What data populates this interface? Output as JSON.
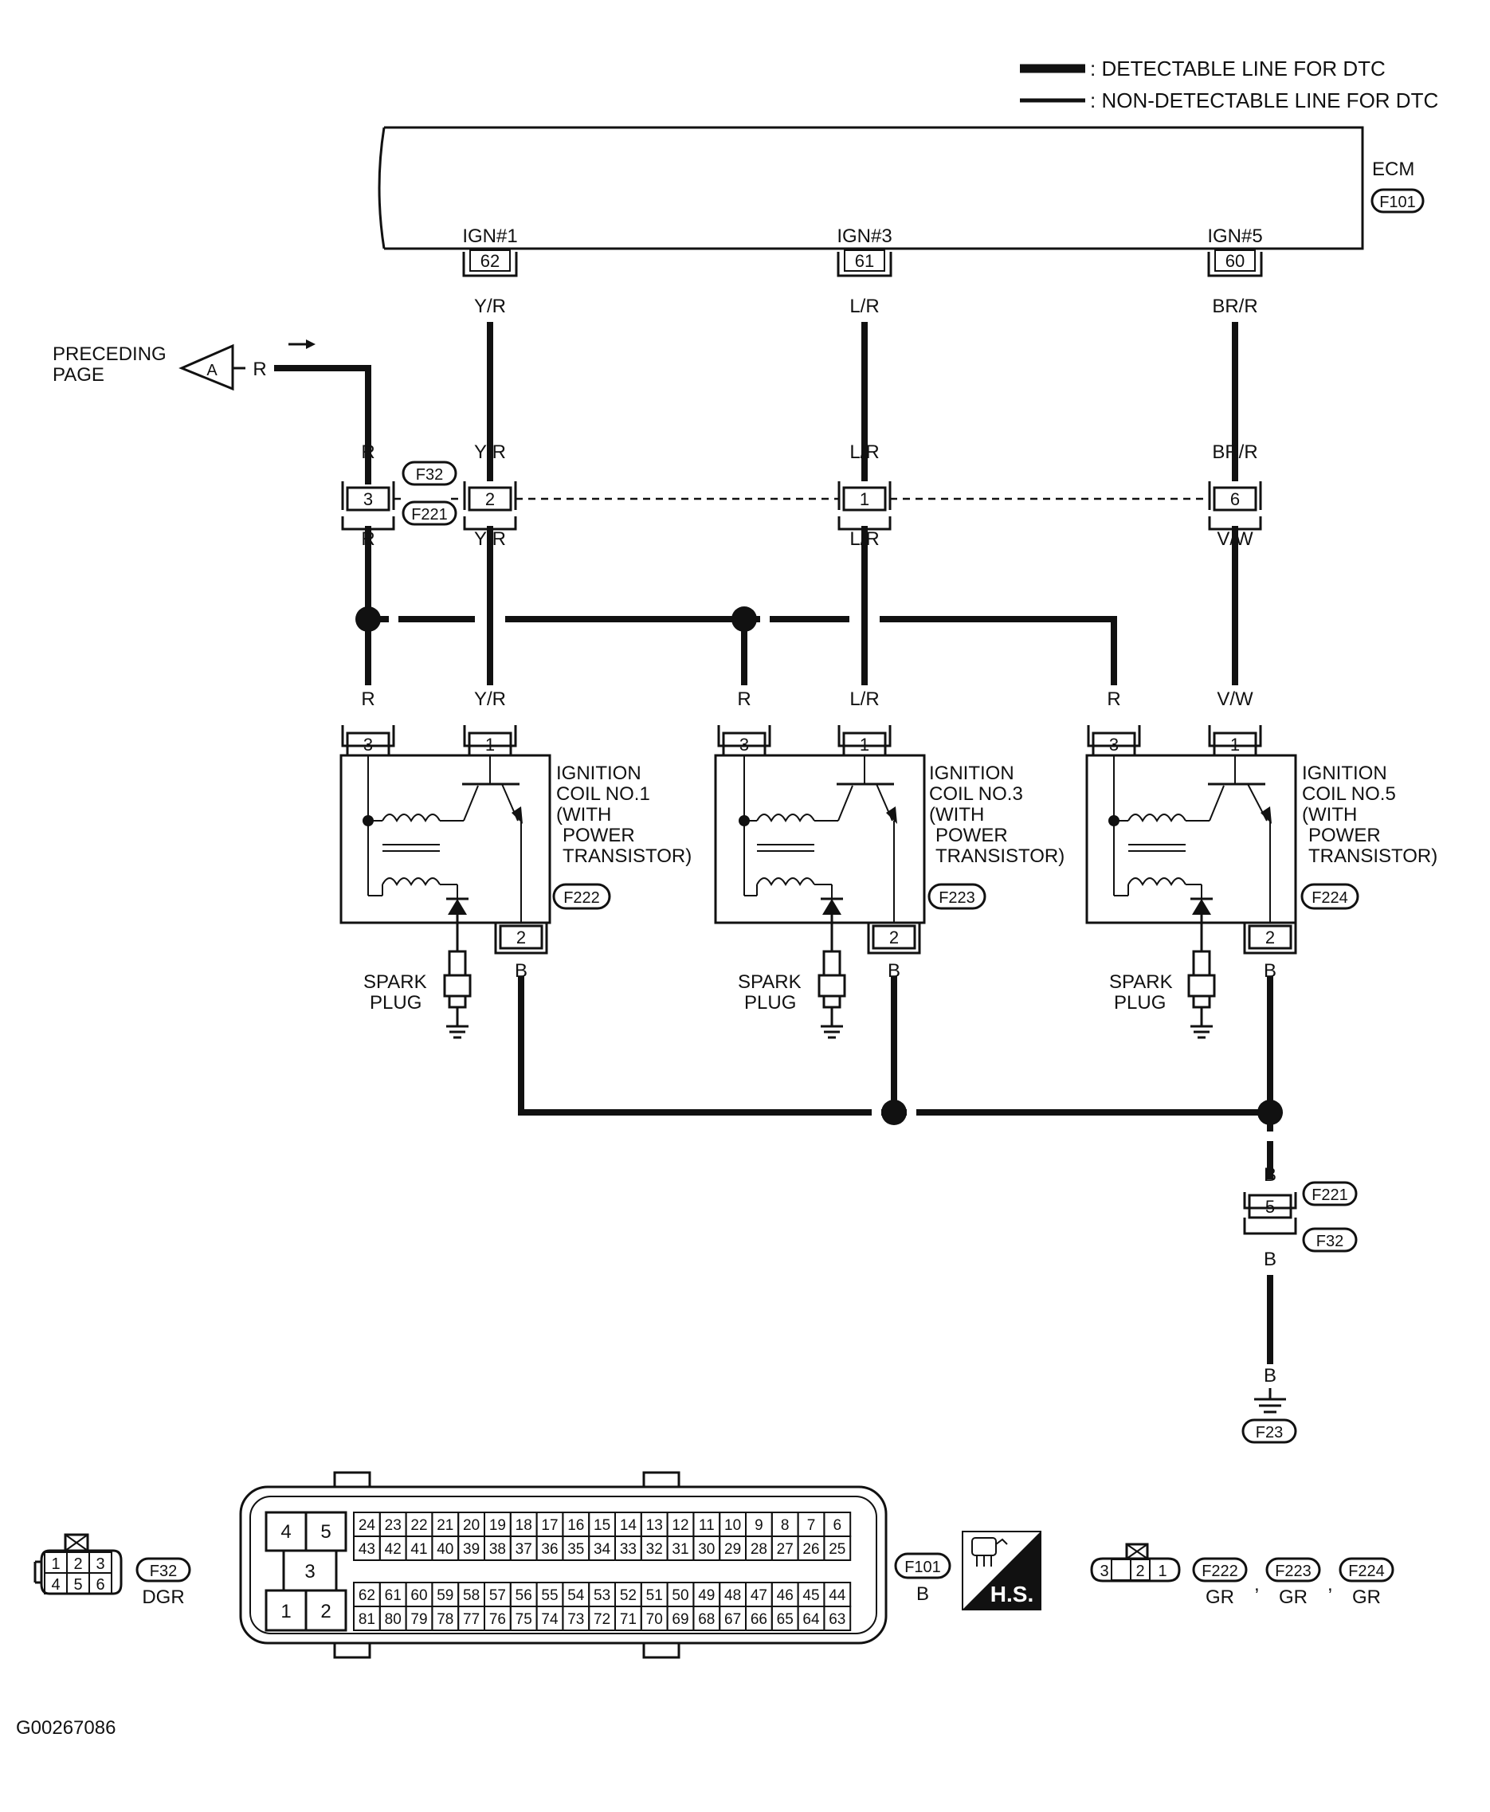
{
  "legend": {
    "detectable": ": DETECTABLE LINE FOR DTC",
    "non_detectable": ": NON-DETECTABLE LINE FOR DTC"
  },
  "ecm": {
    "label": "ECM",
    "connector": "F101",
    "terminals": [
      {
        "name": "IGN#1",
        "pin": "62",
        "wire": "Y/R"
      },
      {
        "name": "IGN#3",
        "pin": "61",
        "wire": "L/R"
      },
      {
        "name": "IGN#5",
        "pin": "60",
        "wire": "BR/R"
      }
    ]
  },
  "preceding": {
    "line1": "PRECEDING",
    "line2": "PAGE",
    "marker": "A",
    "wire": "R"
  },
  "joint_connector": {
    "top": "F32",
    "bottom": "F221",
    "pins": [
      {
        "pin": "3",
        "wire_above": "R",
        "wire_below": "R"
      },
      {
        "pin": "2",
        "wire_above": "Y/R",
        "wire_below": "Y/R"
      },
      {
        "pin": "1",
        "wire_above": "L/R",
        "wire_below": "L/R"
      },
      {
        "pin": "6",
        "wire_above": "BR/R",
        "wire_below": "V/W"
      }
    ]
  },
  "coils": [
    {
      "line1": "IGNITION",
      "line2": "COIL NO.1",
      "line3": "(WITH",
      "line4": "POWER",
      "line5": "TRANSISTOR)",
      "connector": "F222",
      "pin_power": "3",
      "pin_signal": "1",
      "pin_ground": "2",
      "wire_power": "R",
      "wire_signal": "Y/R",
      "wire_ground": "B",
      "plug1": "SPARK",
      "plug2": "PLUG"
    },
    {
      "line1": "IGNITION",
      "line2": "COIL NO.3",
      "line3": "(WITH",
      "line4": "POWER",
      "line5": "TRANSISTOR)",
      "connector": "F223",
      "pin_power": "3",
      "pin_signal": "1",
      "pin_ground": "2",
      "wire_power": "R",
      "wire_signal": "L/R",
      "wire_ground": "B",
      "plug1": "SPARK",
      "plug2": "PLUG"
    },
    {
      "line1": "IGNITION",
      "line2": "COIL NO.5",
      "line3": "(WITH",
      "line4": "POWER",
      "line5": "TRANSISTOR)",
      "connector": "F224",
      "pin_power": "3",
      "pin_signal": "1",
      "pin_ground": "2",
      "wire_power": "R",
      "wire_signal": "V/W",
      "wire_ground": "B",
      "plug1": "SPARK",
      "plug2": "PLUG"
    }
  ],
  "ground": {
    "connector_top": "F221",
    "connector_bottom": "F32",
    "pin": "5",
    "wire_above": "B",
    "wire_below": "B",
    "wire_end": "B",
    "ground_point": "F23"
  },
  "connector_views": {
    "f32": {
      "id": "F32",
      "color": "DGR",
      "pins_top": [
        "1",
        "2",
        "3"
      ],
      "pins_bottom": [
        "4",
        "5",
        "6"
      ]
    },
    "f101": {
      "id": "F101",
      "color": "B",
      "left_block": [
        "4",
        "5",
        "3",
        "1",
        "2"
      ],
      "row1": [
        "24",
        "23",
        "22",
        "21",
        "20",
        "19",
        "18",
        "17",
        "16",
        "15",
        "14",
        "13",
        "12",
        "11",
        "10",
        "9",
        "8",
        "7",
        "6"
      ],
      "row2": [
        "43",
        "42",
        "41",
        "40",
        "39",
        "38",
        "37",
        "36",
        "35",
        "34",
        "33",
        "32",
        "31",
        "30",
        "29",
        "28",
        "27",
        "26",
        "25"
      ],
      "row3": [
        "62",
        "61",
        "60",
        "59",
        "58",
        "57",
        "56",
        "55",
        "54",
        "53",
        "52",
        "51",
        "50",
        "49",
        "48",
        "47",
        "46",
        "45",
        "44"
      ],
      "row4": [
        "81",
        "80",
        "79",
        "78",
        "77",
        "76",
        "75",
        "74",
        "73",
        "72",
        "71",
        "70",
        "69",
        "68",
        "67",
        "66",
        "65",
        "64",
        "63"
      ]
    },
    "hs_label": "H.S.",
    "coil_conn": {
      "pins": [
        "3",
        "2",
        "1"
      ],
      "ids": [
        "F222",
        "F223",
        "F224"
      ],
      "colors": [
        "GR",
        "GR",
        "GR"
      ],
      "sep": ","
    }
  },
  "figure_id": "G00267086"
}
